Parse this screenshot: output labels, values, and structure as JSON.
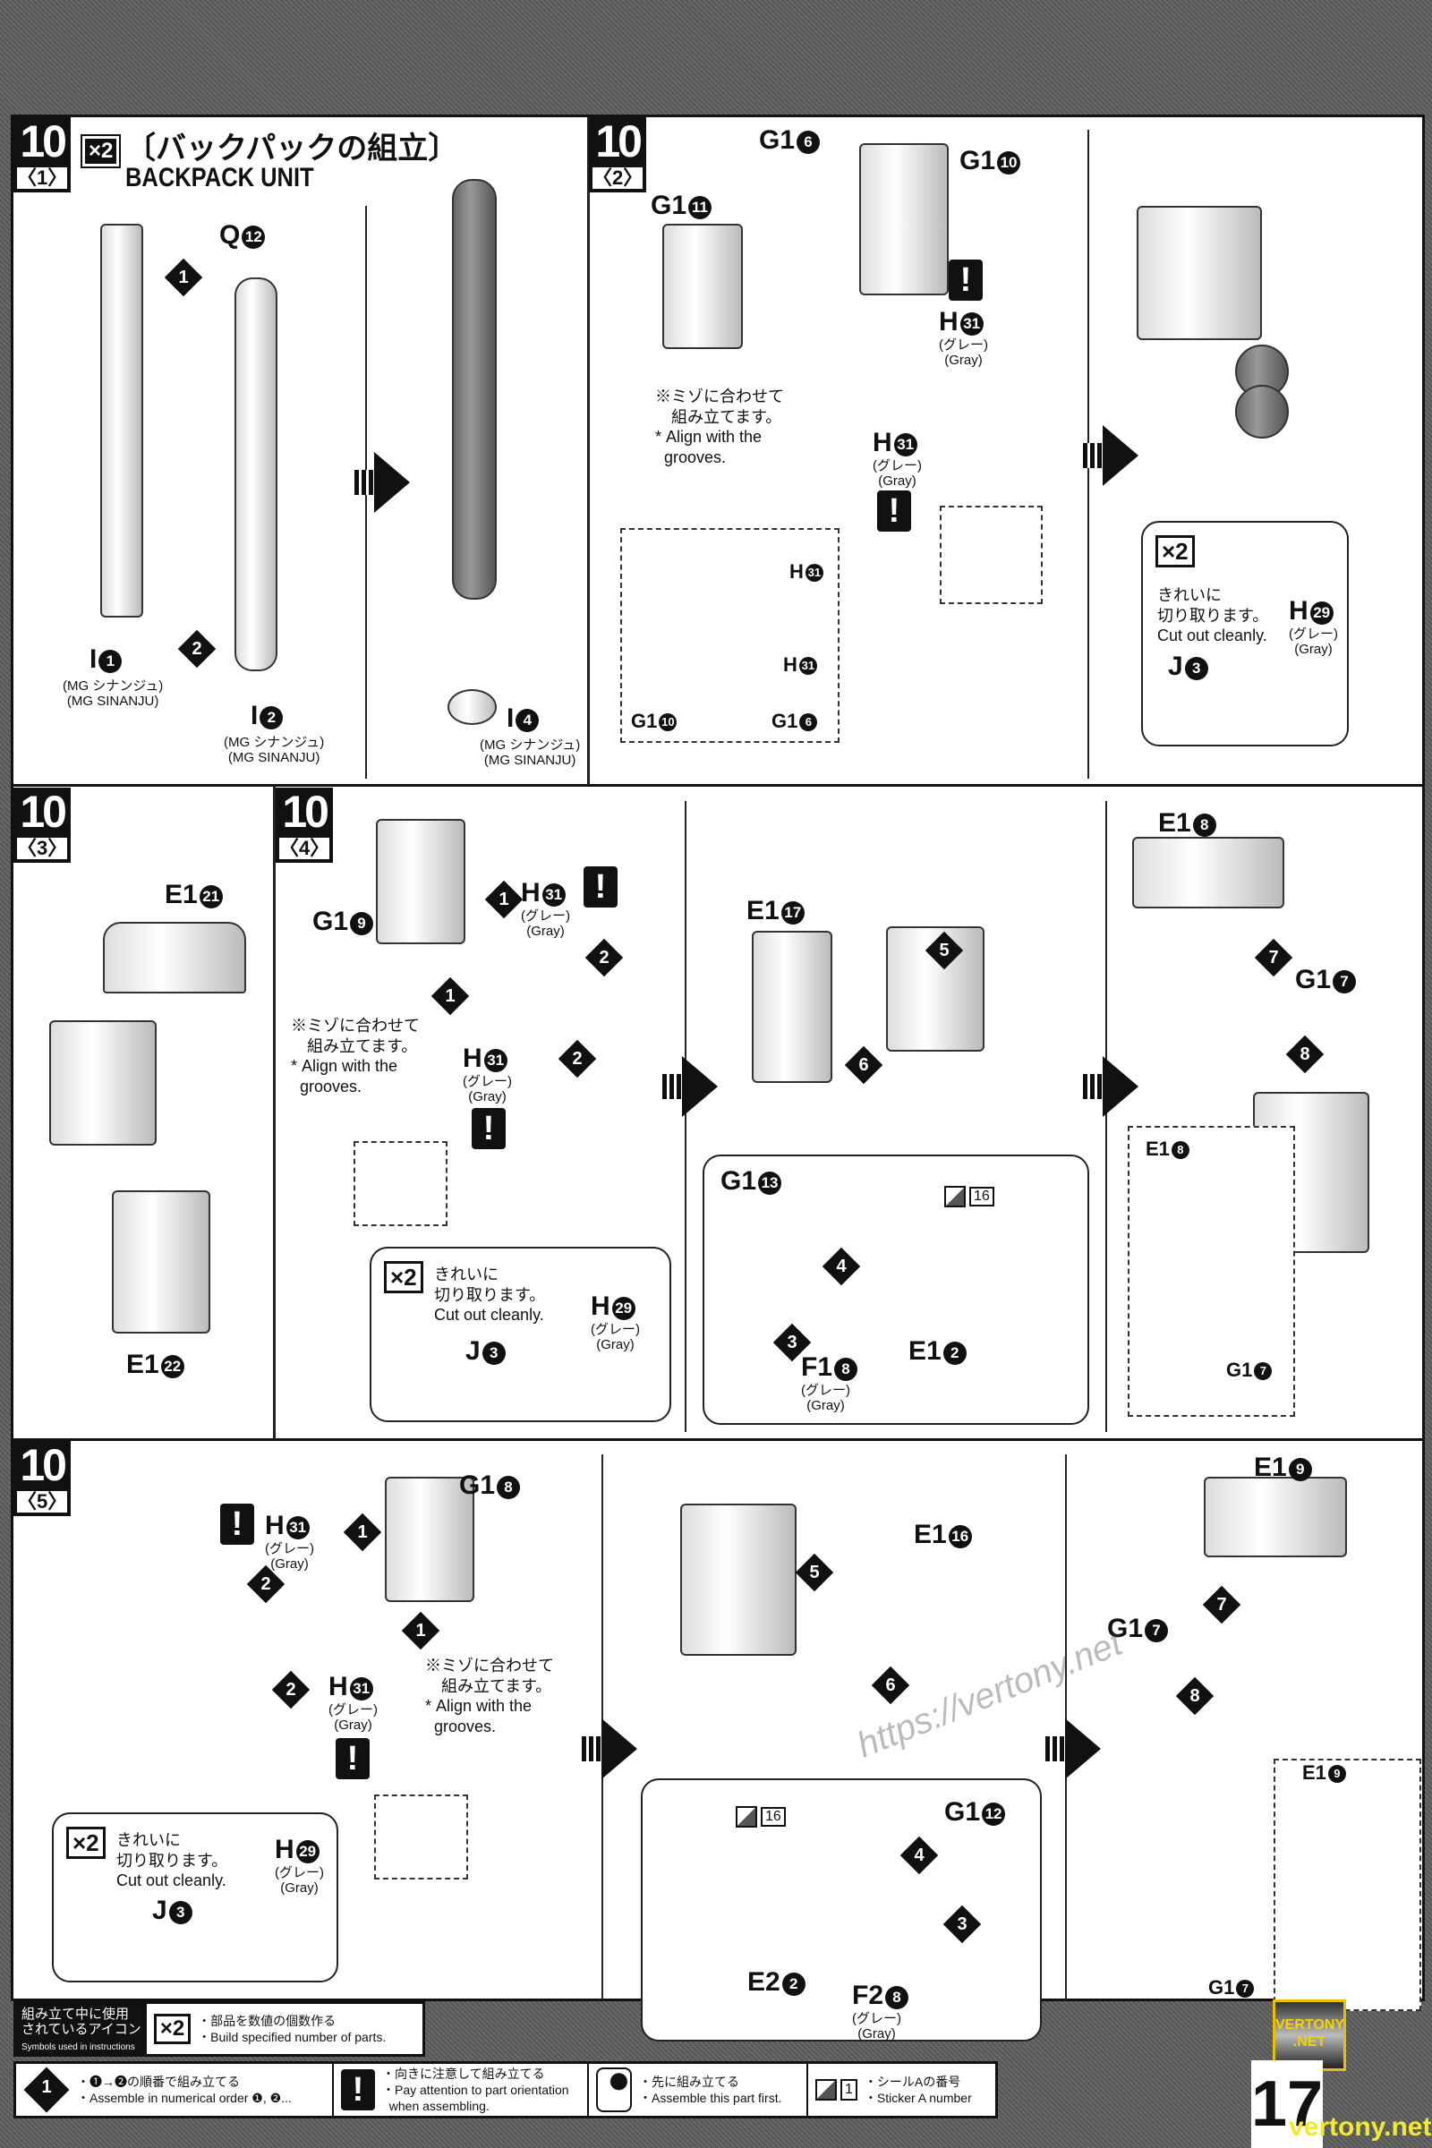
{
  "header": {
    "title_jp": "〔バックパックの組立〕",
    "title_en": "BACKPACK UNIT",
    "multiplier": "×2"
  },
  "steps": [
    {
      "num": "10",
      "sub": "〈1〉"
    },
    {
      "num": "10",
      "sub": "〈2〉"
    },
    {
      "num": "10",
      "sub": "〈3〉"
    },
    {
      "num": "10",
      "sub": "〈4〉"
    },
    {
      "num": "10",
      "sub": "〈5〉"
    }
  ],
  "parts": [
    {
      "part": "Q",
      "num": "12"
    },
    {
      "part": "I",
      "num": "1",
      "model_jp": "(MG シナンジュ)",
      "model_en": "(MG SINANJU)"
    },
    {
      "part": "I",
      "num": "2",
      "model_jp": "(MG シナンジュ)",
      "model_en": "(MG SINANJU)"
    },
    {
      "part": "I",
      "num": "4",
      "model_jp": "(MG シナンジュ)",
      "model_en": "(MG SINANJU)"
    },
    {
      "part": "G1",
      "num": "6"
    },
    {
      "part": "G1",
      "num": "10"
    },
    {
      "part": "G1",
      "num": "11"
    },
    {
      "part": "H",
      "num": "31",
      "color_jp": "(グレー)",
      "color_en": "(Gray)"
    },
    {
      "part": "H",
      "num": "31",
      "color_jp": "(グレー)",
      "color_en": "(Gray)"
    },
    {
      "part": "H",
      "num": "31"
    },
    {
      "part": "H",
      "num": "31"
    },
    {
      "part": "G1",
      "num": "10"
    },
    {
      "part": "G1",
      "num": "6"
    },
    {
      "part": "H",
      "num": "29",
      "color_jp": "(グレー)",
      "color_en": "(Gray)"
    },
    {
      "part": "J",
      "num": "3"
    },
    {
      "part": "E1",
      "num": "21"
    },
    {
      "part": "E1",
      "num": "22"
    },
    {
      "part": "G1",
      "num": "9"
    },
    {
      "part": "H",
      "num": "31",
      "color_jp": "(グレー)",
      "color_en": "(Gray)"
    },
    {
      "part": "H",
      "num": "31",
      "color_jp": "(グレー)",
      "color_en": "(Gray)"
    },
    {
      "part": "H",
      "num": "29",
      "color_jp": "(グレー)",
      "color_en": "(Gray)"
    },
    {
      "part": "J",
      "num": "3"
    },
    {
      "part": "E1",
      "num": "17"
    },
    {
      "part": "G1",
      "num": "13"
    },
    {
      "part": "F1",
      "num": "8",
      "color_jp": "(グレー)",
      "color_en": "(Gray)"
    },
    {
      "part": "E1",
      "num": "2"
    },
    {
      "part": "E1",
      "num": "8"
    },
    {
      "part": "G1",
      "num": "7"
    },
    {
      "part": "E1",
      "num": "8"
    },
    {
      "part": "G1",
      "num": "7"
    },
    {
      "part": "H",
      "num": "31",
      "color_jp": "(グレー)",
      "color_en": "(Gray)"
    },
    {
      "part": "G1",
      "num": "8"
    },
    {
      "part": "H",
      "num": "31",
      "color_jp": "(グレー)",
      "color_en": "(Gray)"
    },
    {
      "part": "H",
      "num": "29",
      "color_jp": "(グレー)",
      "color_en": "(Gray)"
    },
    {
      "part": "J",
      "num": "3"
    },
    {
      "part": "E1",
      "num": "16"
    },
    {
      "part": "G1",
      "num": "12"
    },
    {
      "part": "E2",
      "num": "2"
    },
    {
      "part": "F2",
      "num": "8",
      "color_jp": "(グレー)",
      "color_en": "(Gray)"
    },
    {
      "part": "E1",
      "num": "9"
    },
    {
      "part": "G1",
      "num": "7"
    },
    {
      "part": "E1",
      "num": "9"
    },
    {
      "part": "G1",
      "num": "7"
    }
  ],
  "sequence": [
    "1",
    "2",
    "1",
    "1",
    "2",
    "2",
    "5",
    "6",
    "4",
    "3",
    "7",
    "8",
    "1",
    "2",
    "1",
    "2",
    "5",
    "6",
    "4",
    "3",
    "7",
    "8"
  ],
  "groove_note": {
    "jp": "※ミゾに合わせて\n　組み立てます。",
    "en": "* Align with the\n  grooves."
  },
  "cut_note": {
    "multiplier": "×2",
    "jp": "きれいに\n切り取ります。",
    "en": "Cut out cleanly."
  },
  "sticker": "16",
  "legend": {
    "heading_jp": "組み立て中に使用\nされているアイコン",
    "heading_en": "Symbols used in instructions",
    "x2_jp": "・部品を数値の個数作る",
    "x2_en": "・Build specified number of parts.",
    "order_jp": "・❶→❷の順番で組み立てる",
    "order_en": "・Assemble in numerical order ❶, ❷...",
    "orient_jp": "・向きに注意して組み立てる",
    "orient_en": "・Pay attention to part orientation\n  when assembling.",
    "first_jp": "・先に組み立てる",
    "first_en": "・Assemble this part first.",
    "sticker_num": "1",
    "sticker_jp": "・シールAの番号",
    "sticker_en": "・Sticker A number"
  },
  "page_number": "17",
  "watermark": {
    "logo": "VERTONY .NET",
    "site": "vertony.net",
    "url": "https://vertony.net"
  }
}
